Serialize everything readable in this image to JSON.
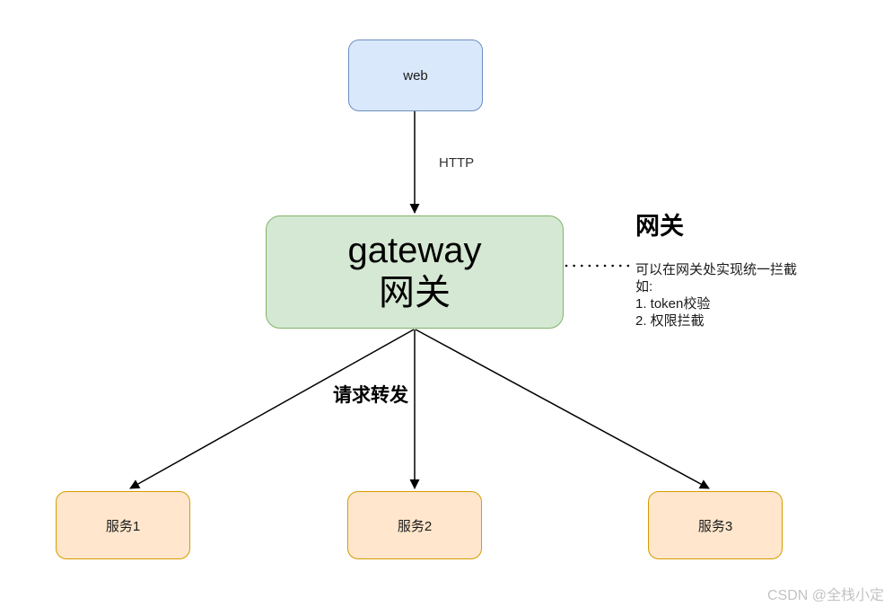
{
  "nodes": {
    "web": {
      "label": "web"
    },
    "gateway": {
      "line1": "gateway",
      "line2": "网关"
    },
    "service1": {
      "label": "服务1"
    },
    "service2": {
      "label": "服务2"
    },
    "service3": {
      "label": "服务3"
    }
  },
  "edge_labels": {
    "http": "HTTP",
    "forward": "请求转发"
  },
  "annotation": {
    "title": "网关",
    "lines": [
      "可以在网关处实现统一拦截",
      "如:",
      "1. token校验",
      "2. 权限拦截"
    ]
  },
  "watermark": "CSDN @全栈小定",
  "colors": {
    "web_fill": "#dae8fc",
    "web_border": "#6c8ebf",
    "gateway_fill": "#d5e8d4",
    "gateway_border": "#82b366",
    "service_fill": "#ffe6cc",
    "service_border": "#d79b00",
    "edge": "#000000",
    "watermark": "#c3c3c3"
  }
}
